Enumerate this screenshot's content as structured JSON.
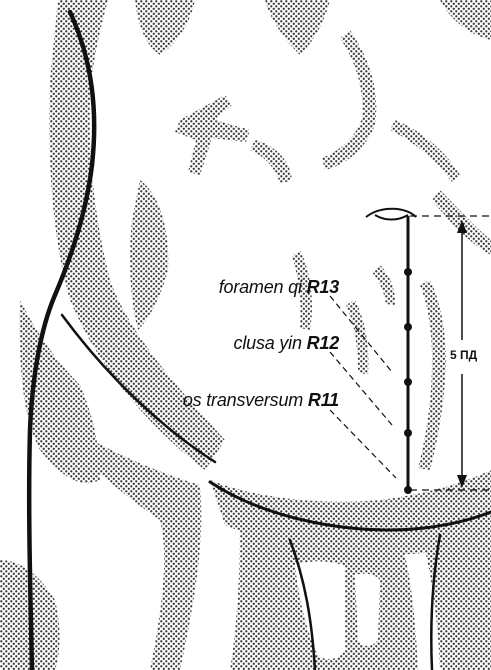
{
  "points": [
    {
      "name": "foramen qi",
      "code": "R13"
    },
    {
      "name": "clusa yin",
      "code": "R12"
    },
    {
      "name": "os transversum",
      "code": "R11"
    }
  ],
  "measurement": {
    "label": "5 ПД"
  },
  "colors": {
    "ink": "#111111",
    "stipple": "#4a4a4a",
    "paper": "#ffffff"
  },
  "icons": {
    "navel": "navel-icon",
    "acupoint": "acupoint-dot-icon"
  }
}
